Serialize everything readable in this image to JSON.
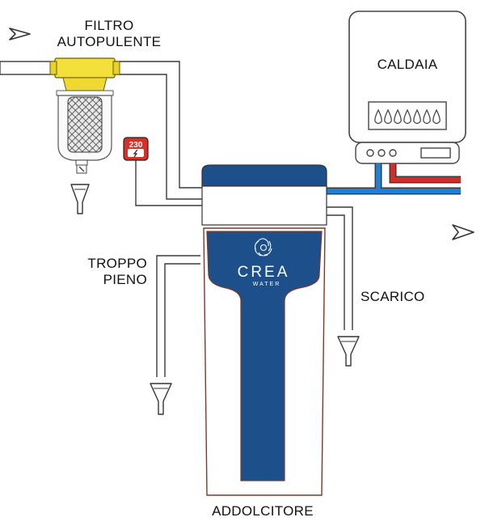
{
  "labels": {
    "filter": [
      "FILTRO",
      "AUTOPULENTE"
    ],
    "boiler": "CALDAIA",
    "overflow": [
      "TROPPO",
      "PIENO"
    ],
    "drain": "SCARICO",
    "softener": "ADDOLCITORE"
  },
  "power": {
    "voltage": "230"
  },
  "brand": {
    "name": "CREA",
    "tagline": "WATER"
  },
  "colors": {
    "softener_blue": "#1d4f8b",
    "cold_water_blue": "#1e7fd6",
    "hot_water_red": "#d92a2a",
    "filter_brass": "#f3e03a",
    "power_socket_red": "#d63027",
    "pipe_outline": "#3a3a3a"
  },
  "icons": [
    "flow-arrow-icon",
    "funnel-icon",
    "power-socket-icon",
    "flame-icon",
    "crea-logo-icon"
  ]
}
